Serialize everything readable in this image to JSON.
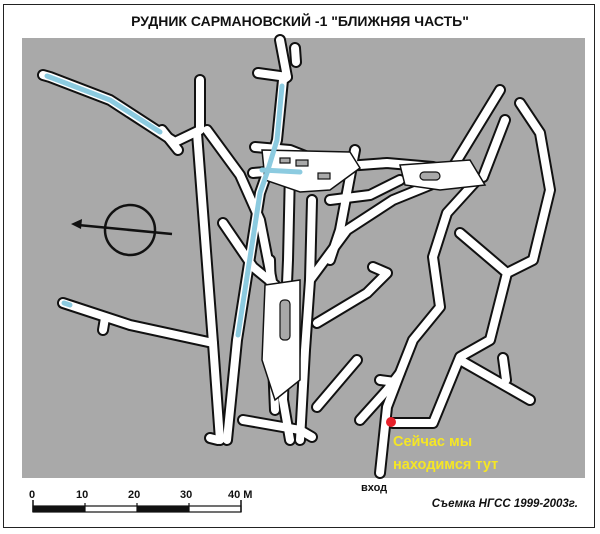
{
  "title": "РУДНИК САРМАНОВСКИЙ -1 \"БЛИЖНЯЯ ЧАСТЬ\"",
  "map": {
    "you_are_here": [
      "Сейчас мы",
      "находимся тут"
    ],
    "entrance_label": "вход",
    "colors": {
      "background": "#a9a9a9",
      "passage": "#ffffff",
      "water": "#8ccbe0",
      "marker": "#e8202a",
      "note": "#f5e625"
    }
  },
  "scale_bar": {
    "labels": [
      "0",
      "10",
      "20",
      "30",
      "40 M"
    ],
    "unit": "M"
  },
  "credit": "Съемка НГСС 1999-2003г."
}
